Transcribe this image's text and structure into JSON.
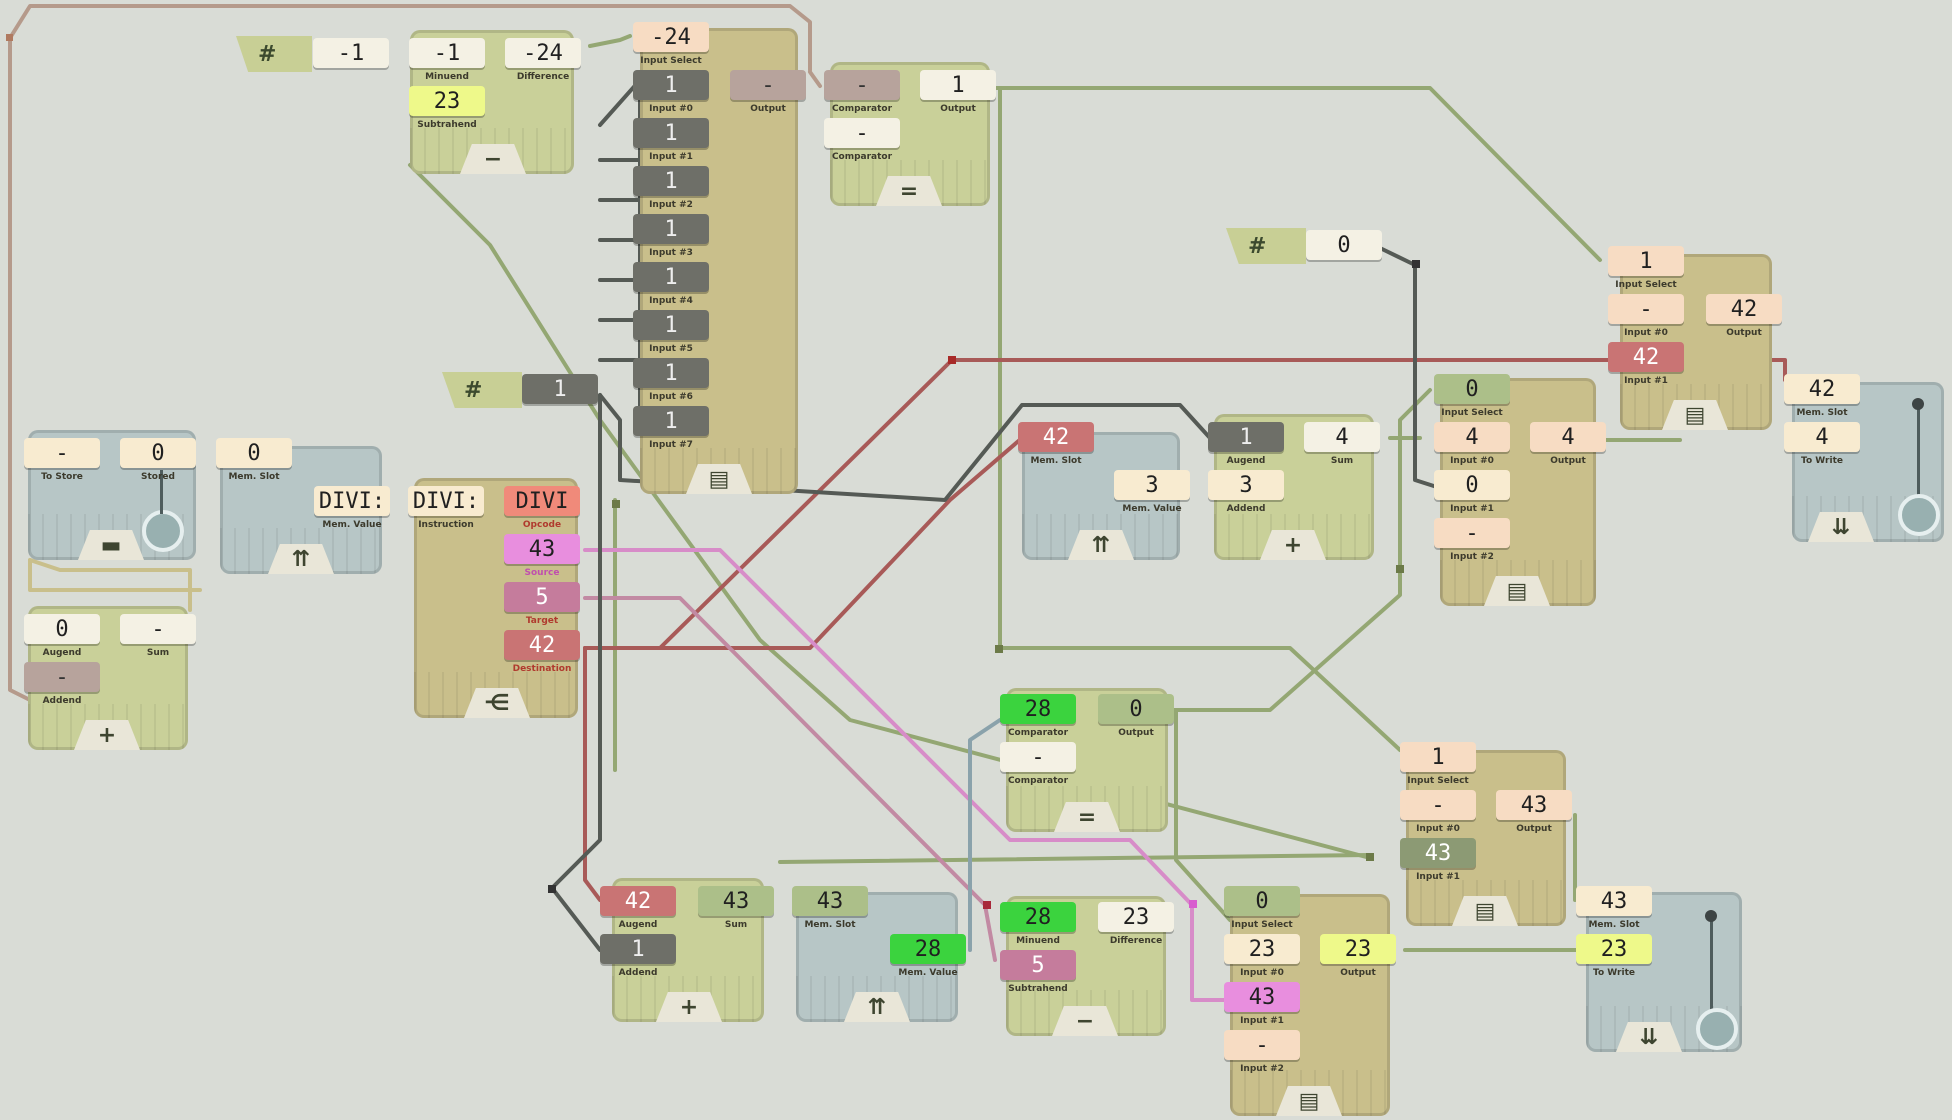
{
  "colors": {
    "olive_wire": "#94a773",
    "red_wire": "#a85a58",
    "pink_wire": "#d78cc8",
    "gray_wire": "#555a55",
    "brown_wire": "#b59a8b",
    "blue_wire": "#8aa2ab"
  },
  "inputs": {
    "imm_a": "-1",
    "imm_b": "1",
    "imm_c": "0"
  },
  "subtract_top": {
    "minuend": "-1",
    "minuend_label": "Minuend",
    "subtrahend": "23",
    "subtrahend_label": "Subtrahend",
    "difference": "-24",
    "difference_label": "Difference",
    "op": "−"
  },
  "mux8": {
    "select": "-24",
    "select_label": "Input Select",
    "inputs": [
      {
        "value": "1",
        "label": "Input #0"
      },
      {
        "value": "1",
        "label": "Input #1"
      },
      {
        "value": "1",
        "label": "Input #2"
      },
      {
        "value": "1",
        "label": "Input #3"
      },
      {
        "value": "1",
        "label": "Input #4"
      },
      {
        "value": "1",
        "label": "Input #5"
      },
      {
        "value": "1",
        "label": "Input #6"
      },
      {
        "value": "1",
        "label": "Input #7"
      }
    ],
    "output": "-",
    "output_label": "Output"
  },
  "eq_top": {
    "comparator_a": "-",
    "comparator_b": "-",
    "comparator_label": "Comparator",
    "output": "1",
    "output_label": "Output",
    "op": "="
  },
  "store": {
    "to_store": "-",
    "to_store_label": "To Store",
    "stored": "0",
    "stored_label": "Stored"
  },
  "mem_read_left": {
    "slot": "0",
    "slot_label": "Mem. Slot",
    "value": "DIVI:",
    "value_label": "Mem. Value"
  },
  "decoder": {
    "instruction": "DIVI:",
    "instruction_label": "Instruction",
    "opcode": "DIVI",
    "opcode_label": "Opcode",
    "source": "43",
    "source_label": "Source",
    "target": "5",
    "target_label": "Target",
    "destination": "42",
    "destination_label": "Destination"
  },
  "add_left": {
    "augend": "0",
    "augend_label": "Augend",
    "addend": "-",
    "addend_label": "Addend",
    "sum": "-",
    "sum_label": "Sum",
    "op": "+"
  },
  "mem_read_mid": {
    "slot": "42",
    "slot_label": "Mem. Slot",
    "value": "3",
    "value_label": "Mem. Value"
  },
  "add_mid": {
    "augend": "1",
    "augend_label": "Augend",
    "addend": "3",
    "addend_label": "Addend",
    "sum": "4",
    "sum_label": "Sum",
    "op": "+"
  },
  "mux3_mid": {
    "select": "0",
    "select_label": "Input Select",
    "in0": "4",
    "in0_label": "Input #0",
    "in1": "0",
    "in1_label": "Input #1",
    "in2": "-",
    "in2_label": "Input #2",
    "output": "4",
    "output_label": "Output"
  },
  "mux2_top": {
    "select": "1",
    "select_label": "Input Select",
    "in0": "-",
    "in0_label": "Input #0",
    "in1": "42",
    "in1_label": "Input #1",
    "output": "42",
    "output_label": "Output"
  },
  "mem_write_top": {
    "slot": "42",
    "slot_label": "Mem. Slot",
    "write": "4",
    "write_label": "To Write"
  },
  "eq_bottom": {
    "comparator_a": "28",
    "comparator_b": "-",
    "comparator_label": "Comparator",
    "output": "0",
    "output_label": "Output",
    "op": "="
  },
  "mux2_bottom": {
    "select": "1",
    "select_label": "Input Select",
    "in0": "-",
    "in0_label": "Input #0",
    "in1": "43",
    "in1_label": "Input #1",
    "output": "43",
    "output_label": "Output"
  },
  "add_bottom": {
    "augend": "42",
    "augend_label": "Augend",
    "addend": "1",
    "addend_label": "Addend",
    "sum": "43",
    "sum_label": "Sum",
    "op": "+"
  },
  "mem_read_bottom": {
    "slot": "43",
    "slot_label": "Mem. Slot",
    "value": "28",
    "value_label": "Mem. Value"
  },
  "sub_bottom": {
    "minuend": "28",
    "minuend_label": "Minuend",
    "subtrahend": "5",
    "subtrahend_label": "Subtrahend",
    "difference": "23",
    "difference_label": "Difference",
    "op": "−"
  },
  "mux3_bottom": {
    "select": "0",
    "select_label": "Input Select",
    "in0": "23",
    "in0_label": "Input #0",
    "in1": "43",
    "in1_label": "Input #1",
    "in2": "-",
    "in2_label": "Input #2",
    "output": "23",
    "output_label": "Output"
  },
  "mem_write_bottom": {
    "slot": "43",
    "slot_label": "Mem. Slot",
    "write": "23",
    "write_label": "To Write"
  },
  "icons": {
    "hash": "#",
    "mux": "mux-icon",
    "memory_read": "memory-read-icon",
    "memory_write": "memory-write-icon",
    "decoder": "decoder-icon",
    "store": "store-icon"
  }
}
